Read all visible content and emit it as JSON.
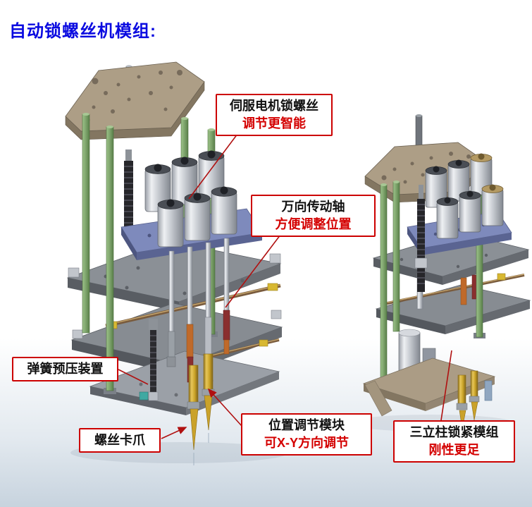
{
  "page": {
    "title": "自动锁螺丝机模组:"
  },
  "callouts": {
    "servo": {
      "line1": "伺服电机锁螺丝",
      "line2": "调节更智能"
    },
    "shaft": {
      "line1": "万向传动轴",
      "line2": "方便调整位置"
    },
    "spring": {
      "line1": "弹簧预压装置"
    },
    "jaw": {
      "line1": "螺丝卡爪"
    },
    "xy": {
      "line1": "位置调节模块",
      "line2": "可X-Y方向调节"
    },
    "column": {
      "line1": "三立柱锁紧模组",
      "line2": "刚性更足"
    }
  },
  "colors": {
    "title_blue": "#0a0ae0",
    "callout_border_red": "#cc0000",
    "callout_text_black": "#111111",
    "callout_highlight_red": "#d40000",
    "leader_line_red": "#b01010",
    "floor_gradient_blue_gray": "#c7d3de",
    "plate_tan": "#ad9e86",
    "column_green": "#7da36b",
    "plate_gray": "#8b9096",
    "motor_silver": "#c3c7cd",
    "mount_plate_blue": "#7e8abc",
    "screw_bit_gold": "#c9a227"
  }
}
